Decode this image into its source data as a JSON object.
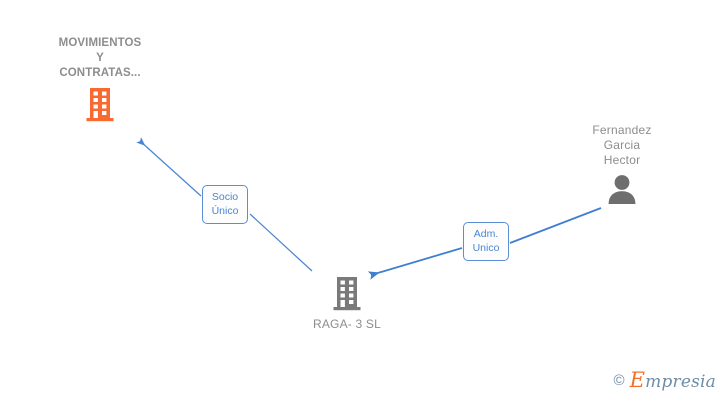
{
  "diagram": {
    "type": "corporate-relationship-graph",
    "background_color": "#ffffff",
    "nodes": [
      {
        "id": "movimientos",
        "label": "MOVIMIENTOS\nY\nCONTRATAS...",
        "icon": "company-building-icon",
        "icon_color": "#f96a33",
        "label_color": "#8d8d8d",
        "kind": "company",
        "label_position": "above"
      },
      {
        "id": "raga",
        "label": "RAGA- 3  SL",
        "icon": "company-building-icon",
        "icon_color": "#7a7a7a",
        "label_color": "#8d8d8d",
        "kind": "company",
        "label_position": "below"
      },
      {
        "id": "fernandez",
        "label": "Fernandez\nGarcia\nHector",
        "icon": "person-icon",
        "icon_color": "#6e6e6e",
        "label_color": "#8d8d8d",
        "kind": "person",
        "label_position": "above"
      }
    ],
    "edges": [
      {
        "id": "edge-socio-unico",
        "from": "raga",
        "to": "movimientos",
        "label": "Socio\nÚnico",
        "color": "#4a86d4",
        "arrow": "to"
      },
      {
        "id": "edge-adm-unico",
        "from": "fernandez",
        "to": "raga",
        "label": "Adm.\nUnico",
        "color": "#3f7fd0",
        "arrow": "to"
      }
    ]
  },
  "watermark": {
    "copyright": "©",
    "brand_initial": "E",
    "brand_rest": "mpresia",
    "color_text": "#6f8ca6",
    "color_initial": "#f4702a"
  }
}
